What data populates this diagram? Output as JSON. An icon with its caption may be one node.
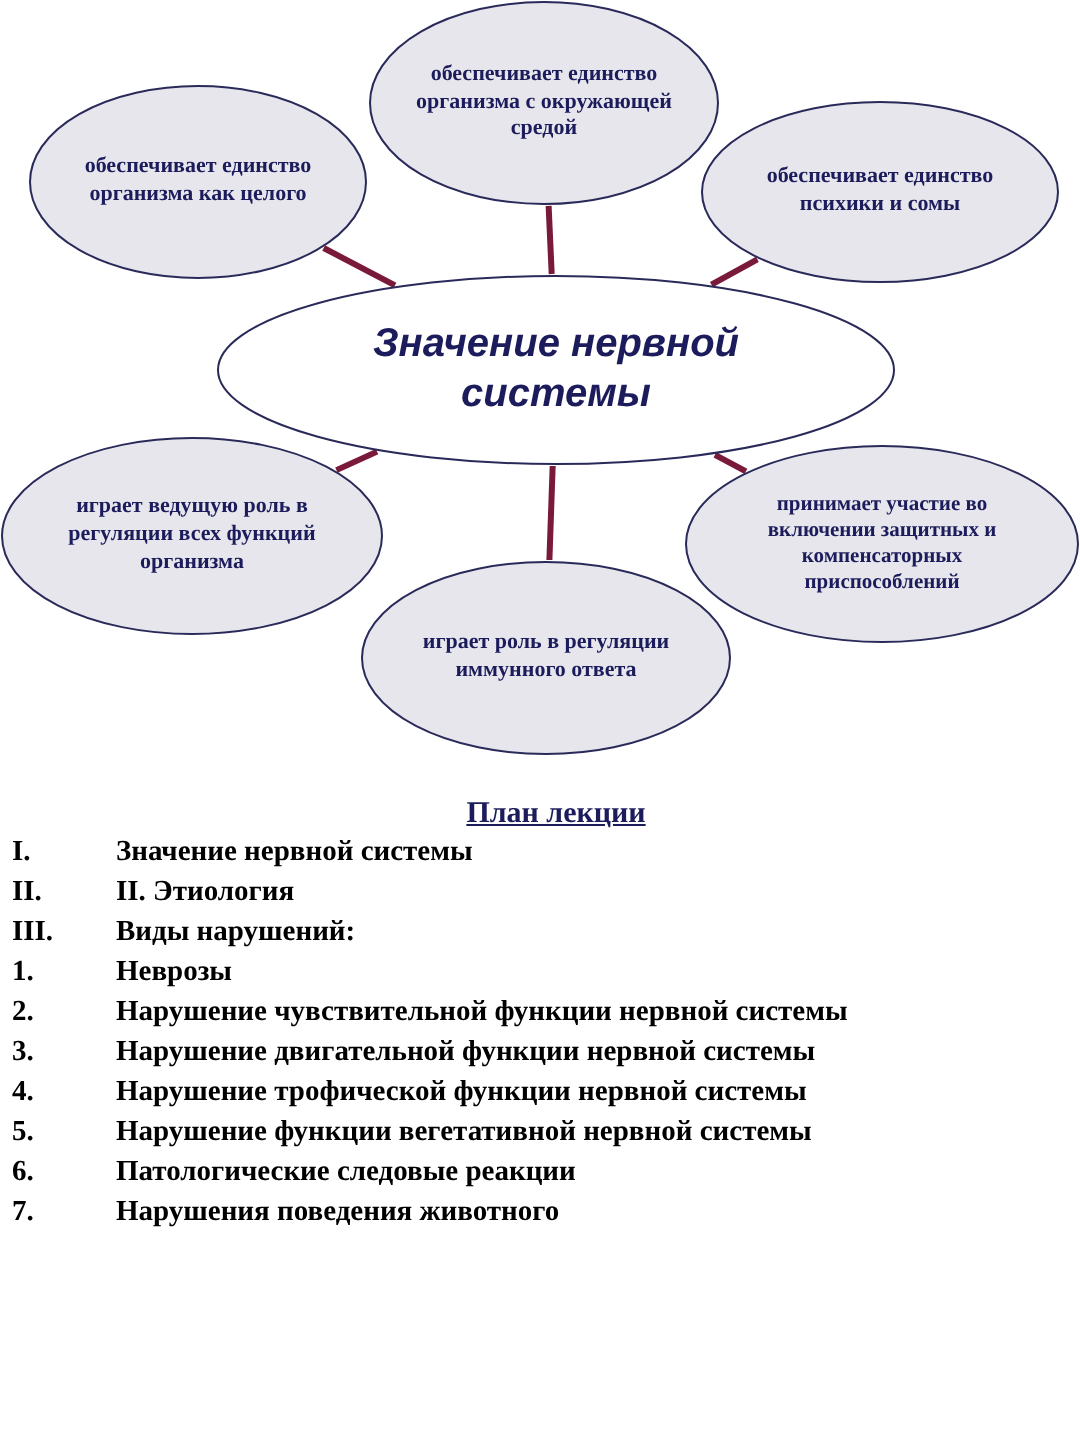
{
  "diagram": {
    "nodes": [
      {
        "text": [
          "обеспечивает единство организма с окружающей средой"
        ]
      },
      {
        "text": [
          "обеспечивает единство организма как целого"
        ]
      },
      {
        "text": [
          "обеспечивает единство психики и сомы"
        ]
      },
      {
        "text": [
          "Значение нервной системы"
        ]
      },
      {
        "text": [
          "играет ведущую роль в регуляции всех функций организма"
        ]
      },
      {
        "text": [
          "принимает участие во включении защитных и компенсаторных приспособлений"
        ]
      },
      {
        "text": [
          "играет роль в регуляции иммунного ответа"
        ]
      }
    ],
    "edges": [
      {
        "from": 1,
        "to": 3,
        "arrow": "none"
      },
      {
        "from": 0,
        "to": 3,
        "arrow": "none"
      },
      {
        "from": 2,
        "to": 3,
        "arrow": "none"
      },
      {
        "from": 4,
        "to": 3,
        "arrow": "none"
      },
      {
        "from": 6,
        "to": 3,
        "arrow": "none"
      },
      {
        "from": 5,
        "to": 3,
        "arrow": "none"
      }
    ],
    "labels": [
      "План лекции",
      "I.",
      "Значение нервной системы",
      "II.",
      "II. Этиология",
      "III.",
      "Виды нарушений:",
      "1.",
      "Неврозы",
      "2.",
      "Нарушение чувствительной функции нервной системы",
      "3.",
      "Нарушение двигательной функции нервной системы",
      "4.",
      "Нарушение трофической функции нервной системы",
      "5.",
      "Нарушение функции вегетативной нервной системы",
      "6.",
      "Патологические следовые реакции",
      "7.",
      "Нарушения поведения животного"
    ]
  }
}
